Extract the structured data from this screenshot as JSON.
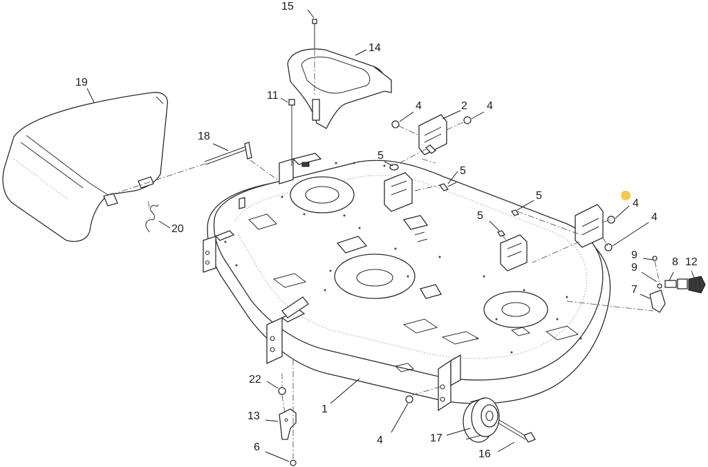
{
  "callouts": [
    {
      "id": "c15",
      "text": "15"
    },
    {
      "id": "c14",
      "text": "14"
    },
    {
      "id": "c19",
      "text": "19"
    },
    {
      "id": "c11",
      "text": "11"
    },
    {
      "id": "c18",
      "text": "18"
    },
    {
      "id": "c20",
      "text": "20"
    },
    {
      "id": "c4a",
      "text": "4"
    },
    {
      "id": "c2",
      "text": "2"
    },
    {
      "id": "c4b",
      "text": "4"
    },
    {
      "id": "c5a",
      "text": "5"
    },
    {
      "id": "c5b",
      "text": "5"
    },
    {
      "id": "c5c",
      "text": "5"
    },
    {
      "id": "c5d",
      "text": "5"
    },
    {
      "id": "c4c",
      "text": "4"
    },
    {
      "id": "c4d",
      "text": "4"
    },
    {
      "id": "c9a",
      "text": "9"
    },
    {
      "id": "c9b",
      "text": "9"
    },
    {
      "id": "c8",
      "text": "8"
    },
    {
      "id": "c12",
      "text": "12"
    },
    {
      "id": "c7",
      "text": "7"
    },
    {
      "id": "c22",
      "text": "22"
    },
    {
      "id": "c13",
      "text": "13"
    },
    {
      "id": "c1",
      "text": "1"
    },
    {
      "id": "c6",
      "text": "6"
    },
    {
      "id": "c4e",
      "text": "4"
    },
    {
      "id": "c17",
      "text": "17"
    },
    {
      "id": "c16",
      "text": "16"
    }
  ],
  "marker_color": "#f7c948",
  "line_color": "#2a2a2a"
}
